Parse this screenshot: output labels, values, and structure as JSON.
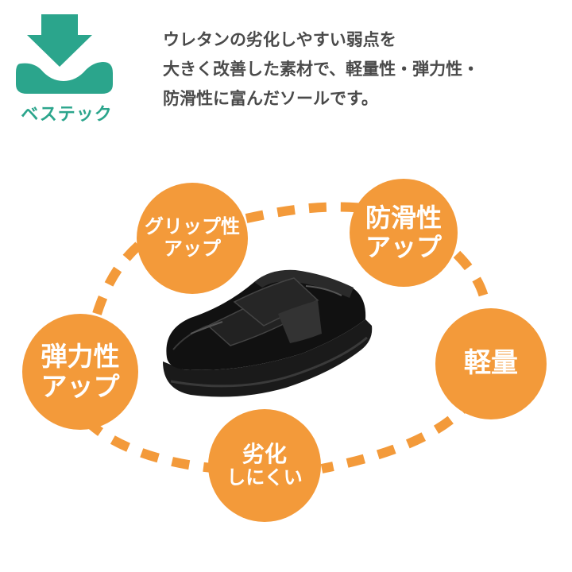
{
  "logo": {
    "label": "ベステック",
    "icon": "download-arrow-cushion-icon",
    "color": "#2ba58c"
  },
  "description": {
    "lines": [
      "ウレタンの劣化しやすい弱点を",
      "大きく改善した素材で、軽量性・弾力性・",
      "防滑性に富んだソールです。"
    ]
  },
  "features": {
    "grip": {
      "line1": "グリップ性",
      "line2": "アップ"
    },
    "anti_slip": {
      "line1": "防滑性",
      "line2": "アップ"
    },
    "lightweight": {
      "line1": "軽量"
    },
    "elasticity": {
      "line1": "弾力性",
      "line2": "アップ"
    },
    "degradation": {
      "line1": "劣化",
      "line2": "しにくい"
    }
  },
  "colors": {
    "badge": "#f39a3a",
    "dash": "#f39a3a",
    "text": "#4a4a4a"
  },
  "product_image": "black-velcro-shoe-image"
}
